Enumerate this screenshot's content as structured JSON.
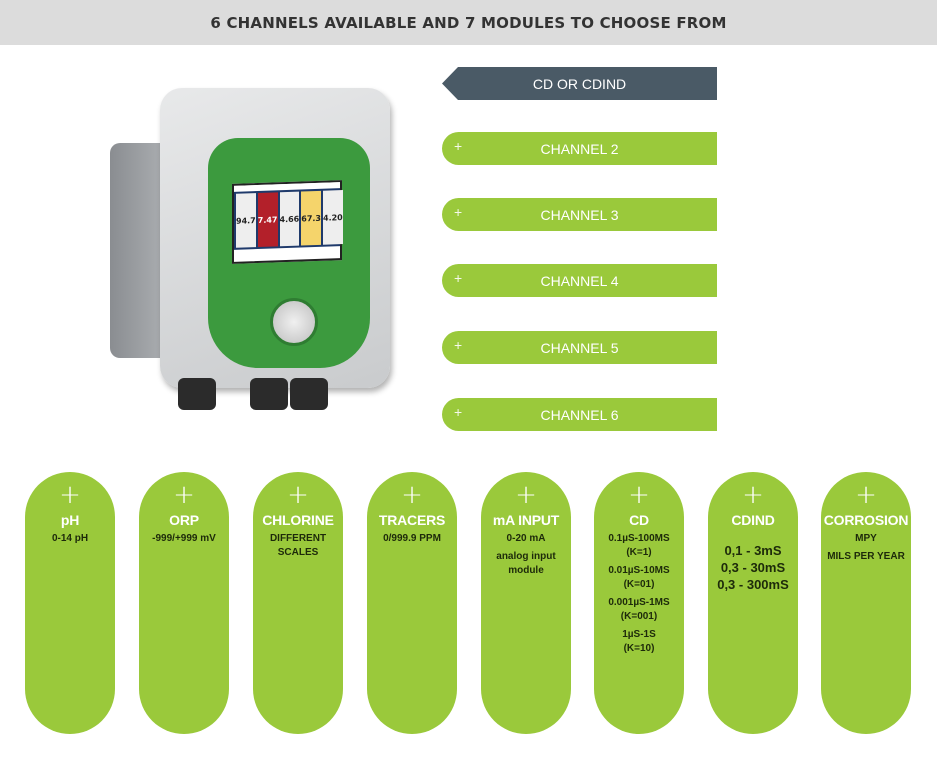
{
  "header": {
    "title": "6 CHANNELS AVAILABLE AND 7 MODULES TO CHOOSE FROM"
  },
  "channels": {
    "active": "CD OR CDIND",
    "items": [
      {
        "label": "CHANNEL 2",
        "icon": "+"
      },
      {
        "label": "CHANNEL 3",
        "icon": "+"
      },
      {
        "label": "CHANNEL 4",
        "icon": "+"
      },
      {
        "label": "CHANNEL 5",
        "icon": "+"
      },
      {
        "label": "CHANNEL 6",
        "icon": "+"
      }
    ]
  },
  "device_screen": {
    "values": [
      "94.7",
      "7.47",
      "4.66",
      "67.3",
      "4.20"
    ]
  },
  "modules": [
    {
      "icon": "+",
      "title": "pH",
      "lines": [
        "0-14 pH"
      ]
    },
    {
      "icon": "+",
      "title": "ORP",
      "lines": [
        "-999/+999 mV"
      ]
    },
    {
      "icon": "+",
      "title": "CHLORINE",
      "lines": [
        "DIFFERENT",
        "SCALES"
      ]
    },
    {
      "icon": "+",
      "title": "TRACERS",
      "lines": [
        "0/999.9 PPM"
      ]
    },
    {
      "icon": "+",
      "title": "mA INPUT",
      "lines": [
        "0-20 mA",
        "analog input",
        "module"
      ]
    },
    {
      "icon": "+",
      "title": "CD",
      "lines": [
        "0.1µS-100MS",
        "(K=1)",
        "0.01µS-10MS",
        "(K=01)",
        "0.001µS-1MS",
        "(K=001)",
        "1µS-1S",
        "(K=10)"
      ]
    },
    {
      "icon": "+",
      "title": "CDIND",
      "lines": [
        "0,1 - 3mS",
        "0,3 - 30mS",
        "0,3 - 300mS"
      ]
    },
    {
      "icon": "+",
      "title": "CORROSION",
      "lines": [
        "MPY",
        "MILS PER YEAR"
      ]
    }
  ],
  "colors": {
    "green": "#9ac93b",
    "active": "#4a5a66",
    "header": "#dcdcdc"
  }
}
